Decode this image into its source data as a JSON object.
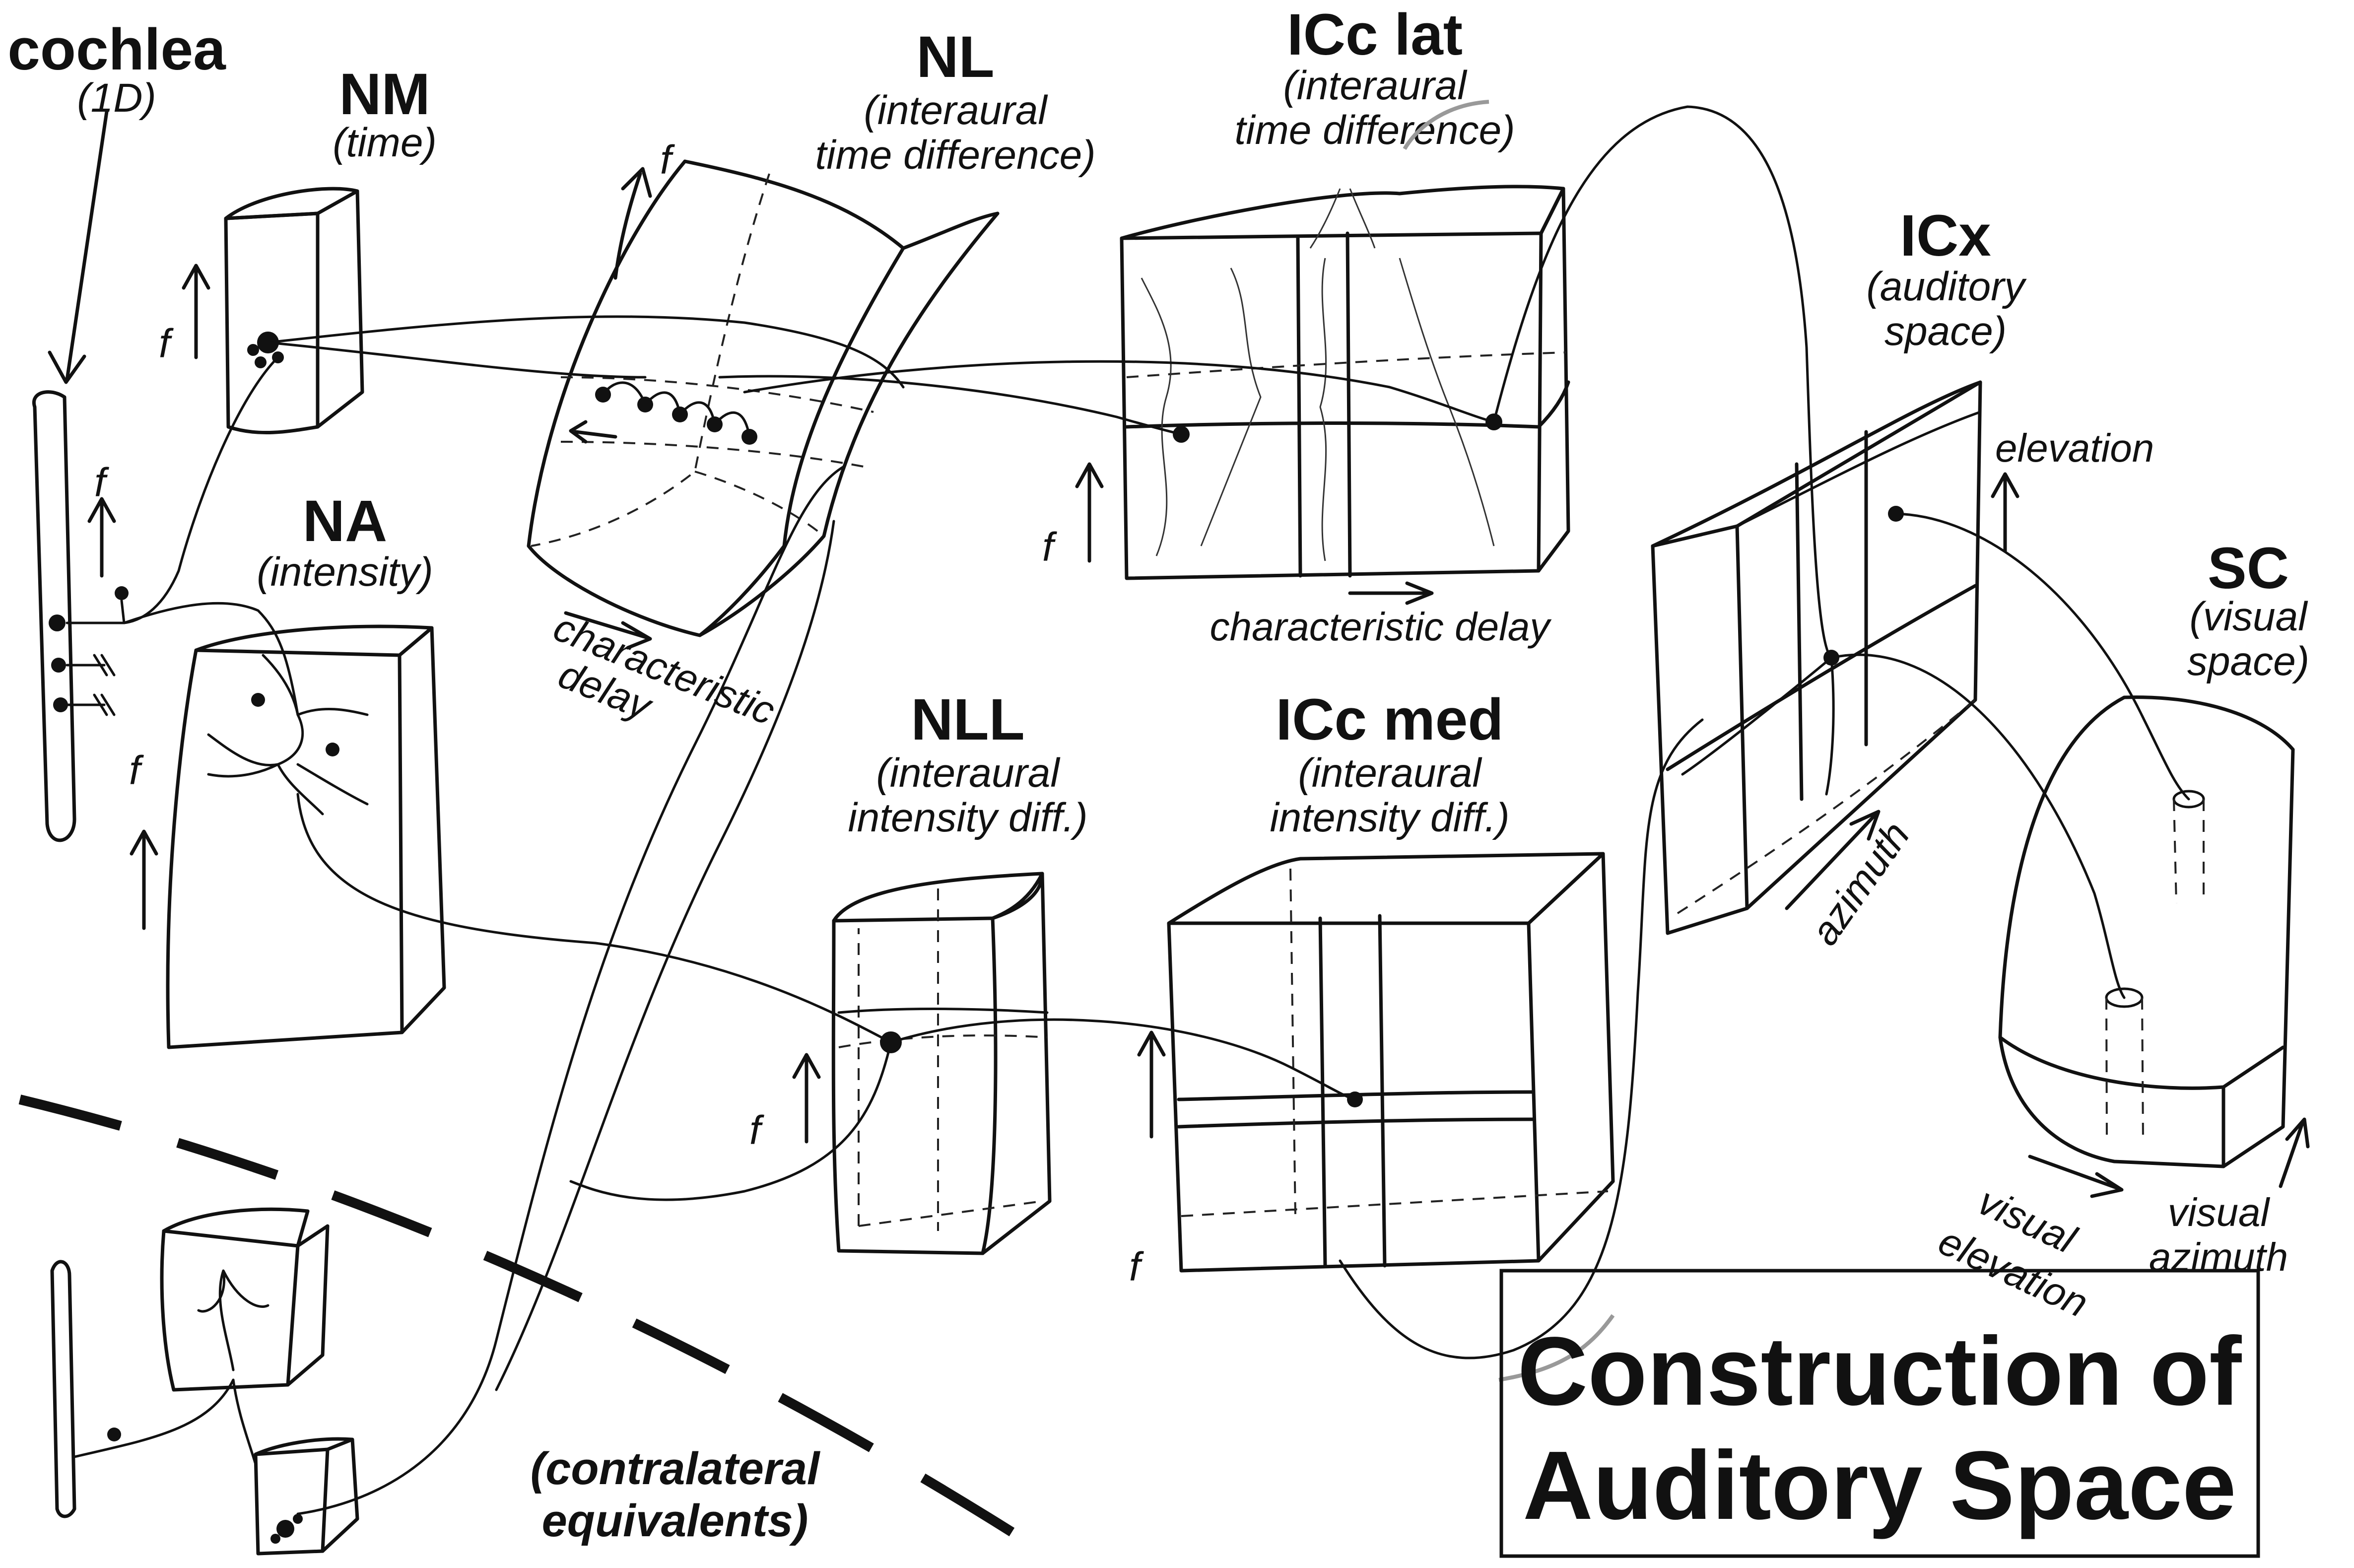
{
  "structures": {
    "cochlea": {
      "title": "cochlea",
      "subtitle": "(1D)"
    },
    "nm": {
      "title": "NM",
      "subtitle": "(time)"
    },
    "na": {
      "title": "NA",
      "subtitle": "(intensity)"
    },
    "nl": {
      "title": "NL",
      "subtitle_1": "(interaural",
      "subtitle_2": "time difference)"
    },
    "icc_lat": {
      "title": "ICc lat",
      "subtitle_1": "(interaural",
      "subtitle_2": "time difference)"
    },
    "icx": {
      "title": "ICx",
      "subtitle_1": "(auditory",
      "subtitle_2": "space)"
    },
    "sc": {
      "title": "SC",
      "subtitle_1": "(visual",
      "subtitle_2": "space)"
    },
    "nll": {
      "title": "NLL",
      "subtitle_1": "(interaural",
      "subtitle_2": "intensity diff.)"
    },
    "icc_med": {
      "title": "ICc med",
      "subtitle_1": "(interaural",
      "subtitle_2": "intensity diff.)"
    }
  },
  "axes": {
    "nl_delay_1": "characteristic",
    "nl_delay_2": "delay",
    "icc_lat_delay": "characteristic delay",
    "icx_elevation": "elevation",
    "icx_azimuth": "azimuth",
    "sc_elevation_1": "visual",
    "sc_elevation_2": "elevation",
    "sc_azimuth_1": "visual",
    "sc_azimuth_2": "azimuth",
    "frequency_glyph": "f"
  },
  "contralateral": {
    "line_1": "(contralateral",
    "line_2": "equivalents)"
  },
  "main_title": {
    "line_1": "Construction of",
    "line_2": "Auditory Space"
  }
}
